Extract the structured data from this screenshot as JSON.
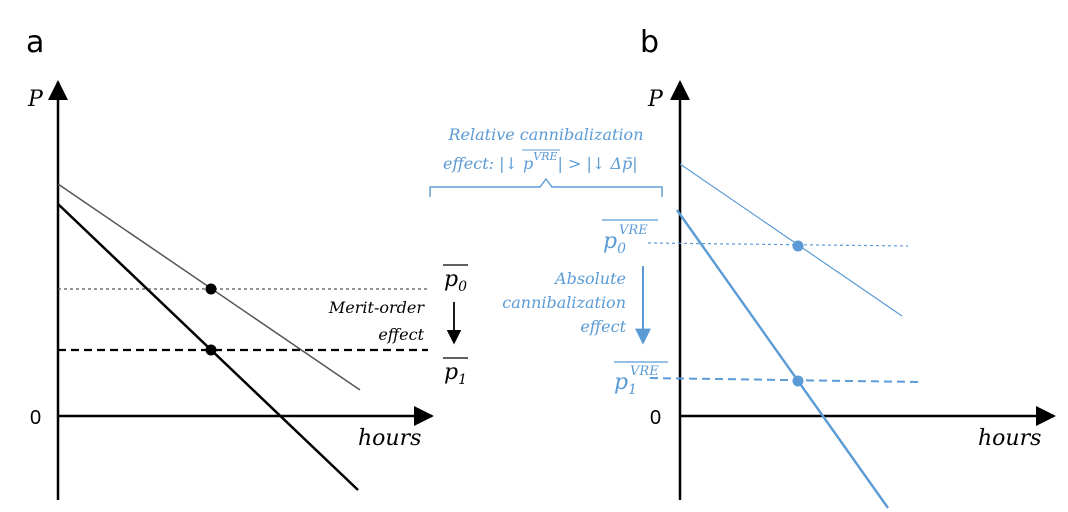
{
  "colors": {
    "black": "#000000",
    "gray": "#555555",
    "blue": "#5b9bd5",
    "lightblue": "#9dc3e6"
  },
  "panel_a": {
    "label": "a",
    "y_axis_label": "P",
    "x_axis_label": "hours",
    "origin_label": "0",
    "p0_label": "p",
    "p0_sub": "0",
    "p1_label": "p",
    "p1_sub": "1",
    "effect_line1": "Merit-order",
    "effect_line2": "effect"
  },
  "panel_b": {
    "label": "b",
    "y_axis_label": "P",
    "x_axis_label": "hours",
    "origin_label": "0",
    "relative_line1": "Relative cannibalization",
    "relative_line2_prefix": "effect: |↓ ",
    "relative_p": "p",
    "relative_sup": "VRE",
    "relative_line2_suffix": "| > |↓ Δp̄|",
    "p0_label": "p",
    "p0_sub": "0",
    "p0_sup": "VRE",
    "p1_label": "p",
    "p1_sub": "1",
    "p1_sup": "VRE",
    "absolute_line1": "Absolute",
    "absolute_line2": "cannibalization",
    "absolute_line3": "effect"
  }
}
